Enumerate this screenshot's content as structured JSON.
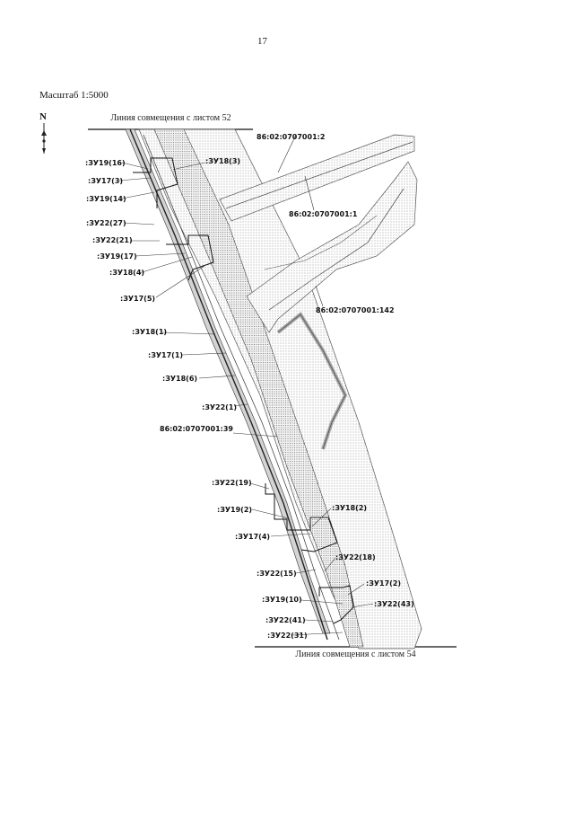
{
  "page": {
    "number": "17",
    "scale": "Масштаб 1:5000",
    "north": "N"
  },
  "match_lines": {
    "top": "Линия совмещения с листом 52",
    "bottom": "Линия совмещения с листом 54"
  },
  "parcels": {
    "p2": "86:02:0707001:2",
    "p1": "86:02:0707001:1",
    "p142": "86:02:0707001:142",
    "p39": "86:02:0707001:39"
  },
  "labels": {
    "zu19_16": ":ЗУ19(16)",
    "zu17_3": ":ЗУ17(3)",
    "zu19_14": ":ЗУ19(14)",
    "zu18_3": ":ЗУ18(3)",
    "zu22_27": ":ЗУ22(27)",
    "zu22_21": ":ЗУ22(21)",
    "zu19_17": ":ЗУ19(17)",
    "zu18_4": ":ЗУ18(4)",
    "zu17_5": ":ЗУ17(5)",
    "zu18_1": ":ЗУ18(1)",
    "zu17_1": ":ЗУ17(1)",
    "zu18_6": ":ЗУ18(6)",
    "zu22_1": ":ЗУ22(1)",
    "zu22_19": ":ЗУ22(19)",
    "zu19_2": ":ЗУ19(2)",
    "zu18_2": ":ЗУ18(2)",
    "zu17_4": ":ЗУ17(4)",
    "zu22_18": ":ЗУ22(18)",
    "zu22_15": ":ЗУ22(15)",
    "zu17_2": ":ЗУ17(2)",
    "zu19_10": ":ЗУ19(10)",
    "zu22_43": ":ЗУ22(43)",
    "zu22_41": ":ЗУ22(41)",
    "zu22_31": ":ЗУ22(31)"
  }
}
